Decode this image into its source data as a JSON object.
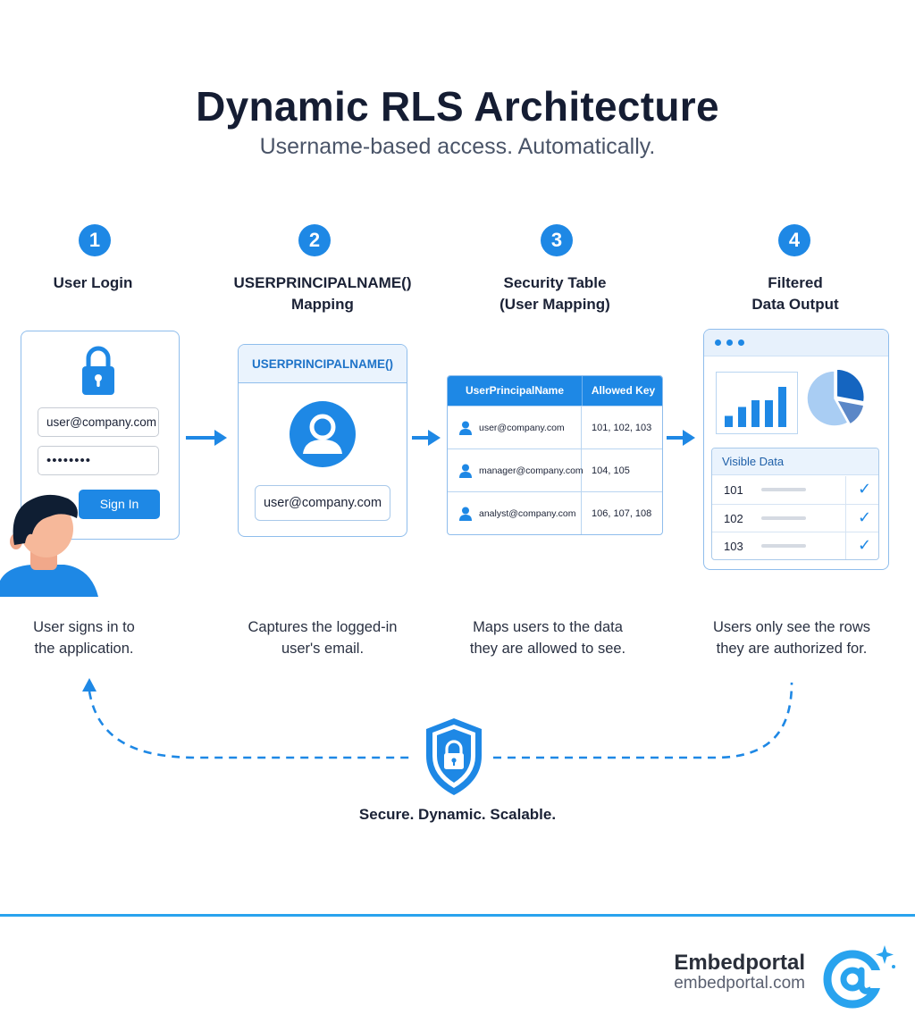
{
  "header": {
    "title": "Dynamic RLS Architecture",
    "subtitle": "Username-based access. Automatically."
  },
  "steps": [
    {
      "number": "1",
      "title_lines": [
        "User Login"
      ],
      "caption_lines": [
        "User signs in to",
        "the application."
      ]
    },
    {
      "number": "2",
      "title_lines": [
        "USERPRINCIPALNAME()",
        "Mapping"
      ],
      "caption_lines": [
        "Captures the logged-in",
        "user's email."
      ]
    },
    {
      "number": "3",
      "title_lines": [
        "Security Table",
        "(User Mapping)"
      ],
      "caption_lines": [
        "Maps users to the data",
        "they are allowed to see."
      ]
    },
    {
      "number": "4",
      "title_lines": [
        "Filtered",
        "Data Output"
      ],
      "caption_lines": [
        "Users only see the rows",
        "they are authorized for."
      ]
    }
  ],
  "login_card": {
    "email_value": "user@company.com",
    "password_value": "••••••••",
    "button_label": "Sign In"
  },
  "mapping_card": {
    "header": "USERPRINCIPALNAME()",
    "email": "user@company.com"
  },
  "security_table": {
    "columns": [
      "UserPrincipalName",
      "Allowed Key"
    ],
    "rows": [
      {
        "email": "user@company.com",
        "keys": "101, 102, 103"
      },
      {
        "email": "manager@company.com",
        "keys": "104, 105"
      },
      {
        "email": "analyst@company.com",
        "keys": "106, 107, 108"
      }
    ]
  },
  "output_card": {
    "chart_bars": [
      0.25,
      0.45,
      0.6,
      0.6,
      0.9
    ],
    "pie_slices": [
      0.28,
      0.14,
      0.58
    ],
    "visible_header": "Visible Data",
    "visible_rows": [
      "101",
      "102",
      "103"
    ],
    "check_glyph": "✓"
  },
  "loop": {
    "tagline": "Secure. Dynamic. Scalable.",
    "icon": "shield-lock-icon"
  },
  "footer": {
    "brand_name": "Embedportal",
    "brand_url": "embedportal.com",
    "logo_icon": "at-sign-icon"
  },
  "colors": {
    "accent": "#1e88e5",
    "card_border": "#8fbdec",
    "footer_rule": "#29a3ee",
    "title": "#151d33"
  }
}
